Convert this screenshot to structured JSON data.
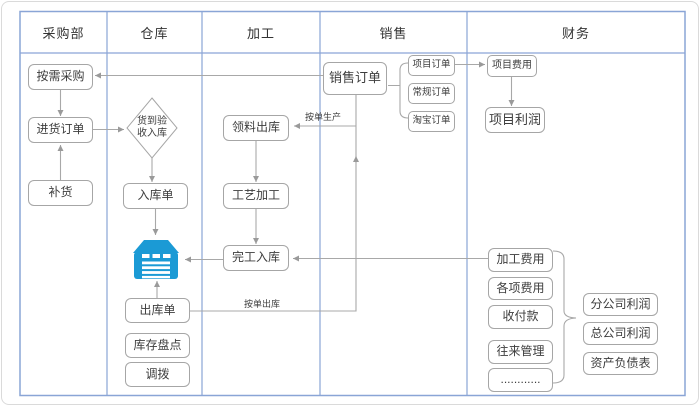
{
  "lanes": [
    "采购部",
    "仓库",
    "加工",
    "销售",
    "财务"
  ],
  "nodes": {
    "demand_purchase": "按需采购",
    "purchase_order": "进货订单",
    "replenish": "补货",
    "arrival_check": "货到验\n收入库",
    "inbound_note": "入库单",
    "outbound_note": "出库单",
    "stock_count": "库存盘点",
    "transfer": "调拨",
    "material_outbound": "领料出库",
    "process_machining": "工艺加工",
    "finished_inbound": "完工入库",
    "sales_order": "销售订单",
    "project_order": "项目订单",
    "regular_order": "常规订单",
    "taobao_order": "淘宝订单",
    "project_cost": "项目费用",
    "project_profit": "项目利润",
    "processing_cost": "加工费用",
    "misc_cost": "各项费用",
    "payments": "收付款",
    "counterparty_mgmt": "往来管理",
    "more_dots": "............",
    "branch_profit": "分公司利润",
    "hq_profit": "总公司利润",
    "balance_sheet": "资产负债表"
  },
  "edge_labels": {
    "produce_to_order": "按单生产",
    "outbound_by_order": "按单出库"
  },
  "colors": {
    "lane_border": "#8aa5d6",
    "connector": "#a8a8a8",
    "node_border": "#a6a6a6",
    "warehouse_blue": "#1b9ad5",
    "text": "#3d3d3d"
  }
}
